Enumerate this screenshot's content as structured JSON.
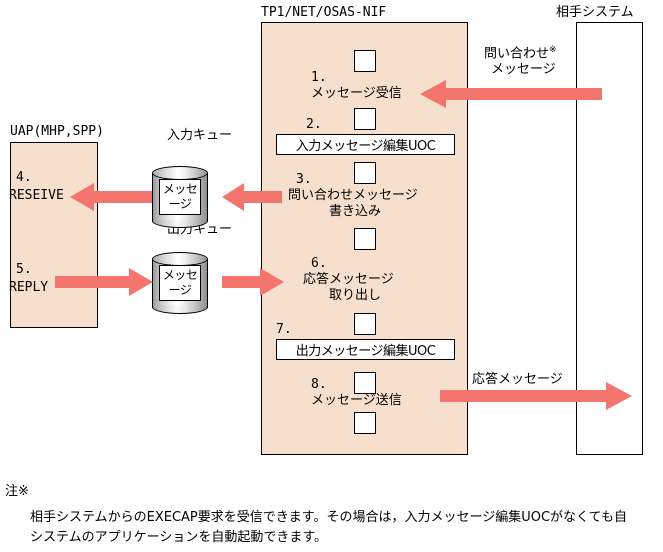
{
  "diagram": {
    "titles": {
      "uap": "UAP(MHP,SPP)",
      "nif": "TP1/NET/OSAS-NIF",
      "partner": "相手システム",
      "input_queue": "入力キュー",
      "output_queue": "出力キュー"
    },
    "queue_text": {
      "line1": "メッセ",
      "line2": "ージ"
    },
    "uap_steps": [
      {
        "num": "4.",
        "label": "RESEIVE"
      },
      {
        "num": "5.",
        "label": "REPLY"
      }
    ],
    "nif_steps": [
      {
        "num": "1.",
        "label": "メッセージ受信"
      },
      {
        "num": "2.",
        "label": "入力メッセージ編集UOC"
      },
      {
        "num": "3.",
        "label_line1": "問い合わせメッセージ",
        "label_line2": "書き込み"
      },
      {
        "num": "6.",
        "label_line1": "応答メッセージ",
        "label_line2": "取り出し"
      },
      {
        "num": "7.",
        "label": "出力メッセージ編集UOC"
      },
      {
        "num": "8.",
        "label": "メッセージ送信"
      }
    ],
    "arrow_labels": {
      "inquiry_line1": "問い合わせ",
      "inquiry_mark": "※",
      "inquiry_line2": "メッセージ",
      "response": "応答メッセージ"
    },
    "footnote": {
      "marker": "注※",
      "line1": "相手システムからのEXECAP要求を受信できます。その場合は，入力メッセージ編集UOCがなくても自",
      "line2": "システムのアプリケーションを自動起動できます。"
    },
    "colors": {
      "box_fill": "#f6dfcc",
      "arrow": "#f4746e",
      "outline": "#000000"
    }
  }
}
